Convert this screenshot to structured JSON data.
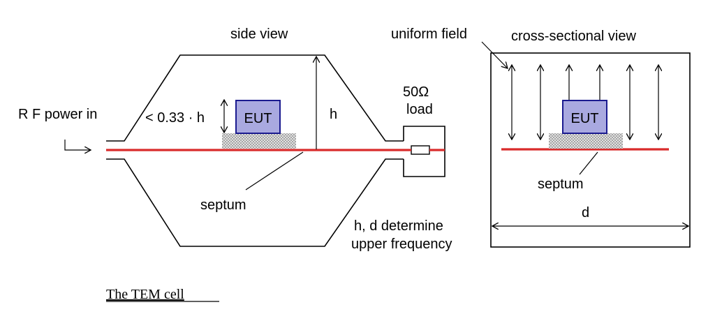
{
  "labels": {
    "side_view": "side view",
    "rf_power_in": "R F power in",
    "height_constraint": "< 0.33 · h",
    "eut_side": "EUT",
    "h": "h",
    "load_value": "50Ω",
    "load_word": "load",
    "septum_side": "septum",
    "freq_note_line1": "h, d determine",
    "freq_note_line2": "upper frequency",
    "uniform_field": "uniform field",
    "cross_sectional_view": "cross-sectional view",
    "eut_cross": "EUT",
    "septum_cross": "septum",
    "d": "d"
  },
  "caption": "The TEM cell",
  "colors": {
    "septum": "#d92b2b",
    "eut_fill": "#a9a9e0",
    "eut_border": "#1a1a8f",
    "ground_pattern": "#8c8c8c"
  }
}
